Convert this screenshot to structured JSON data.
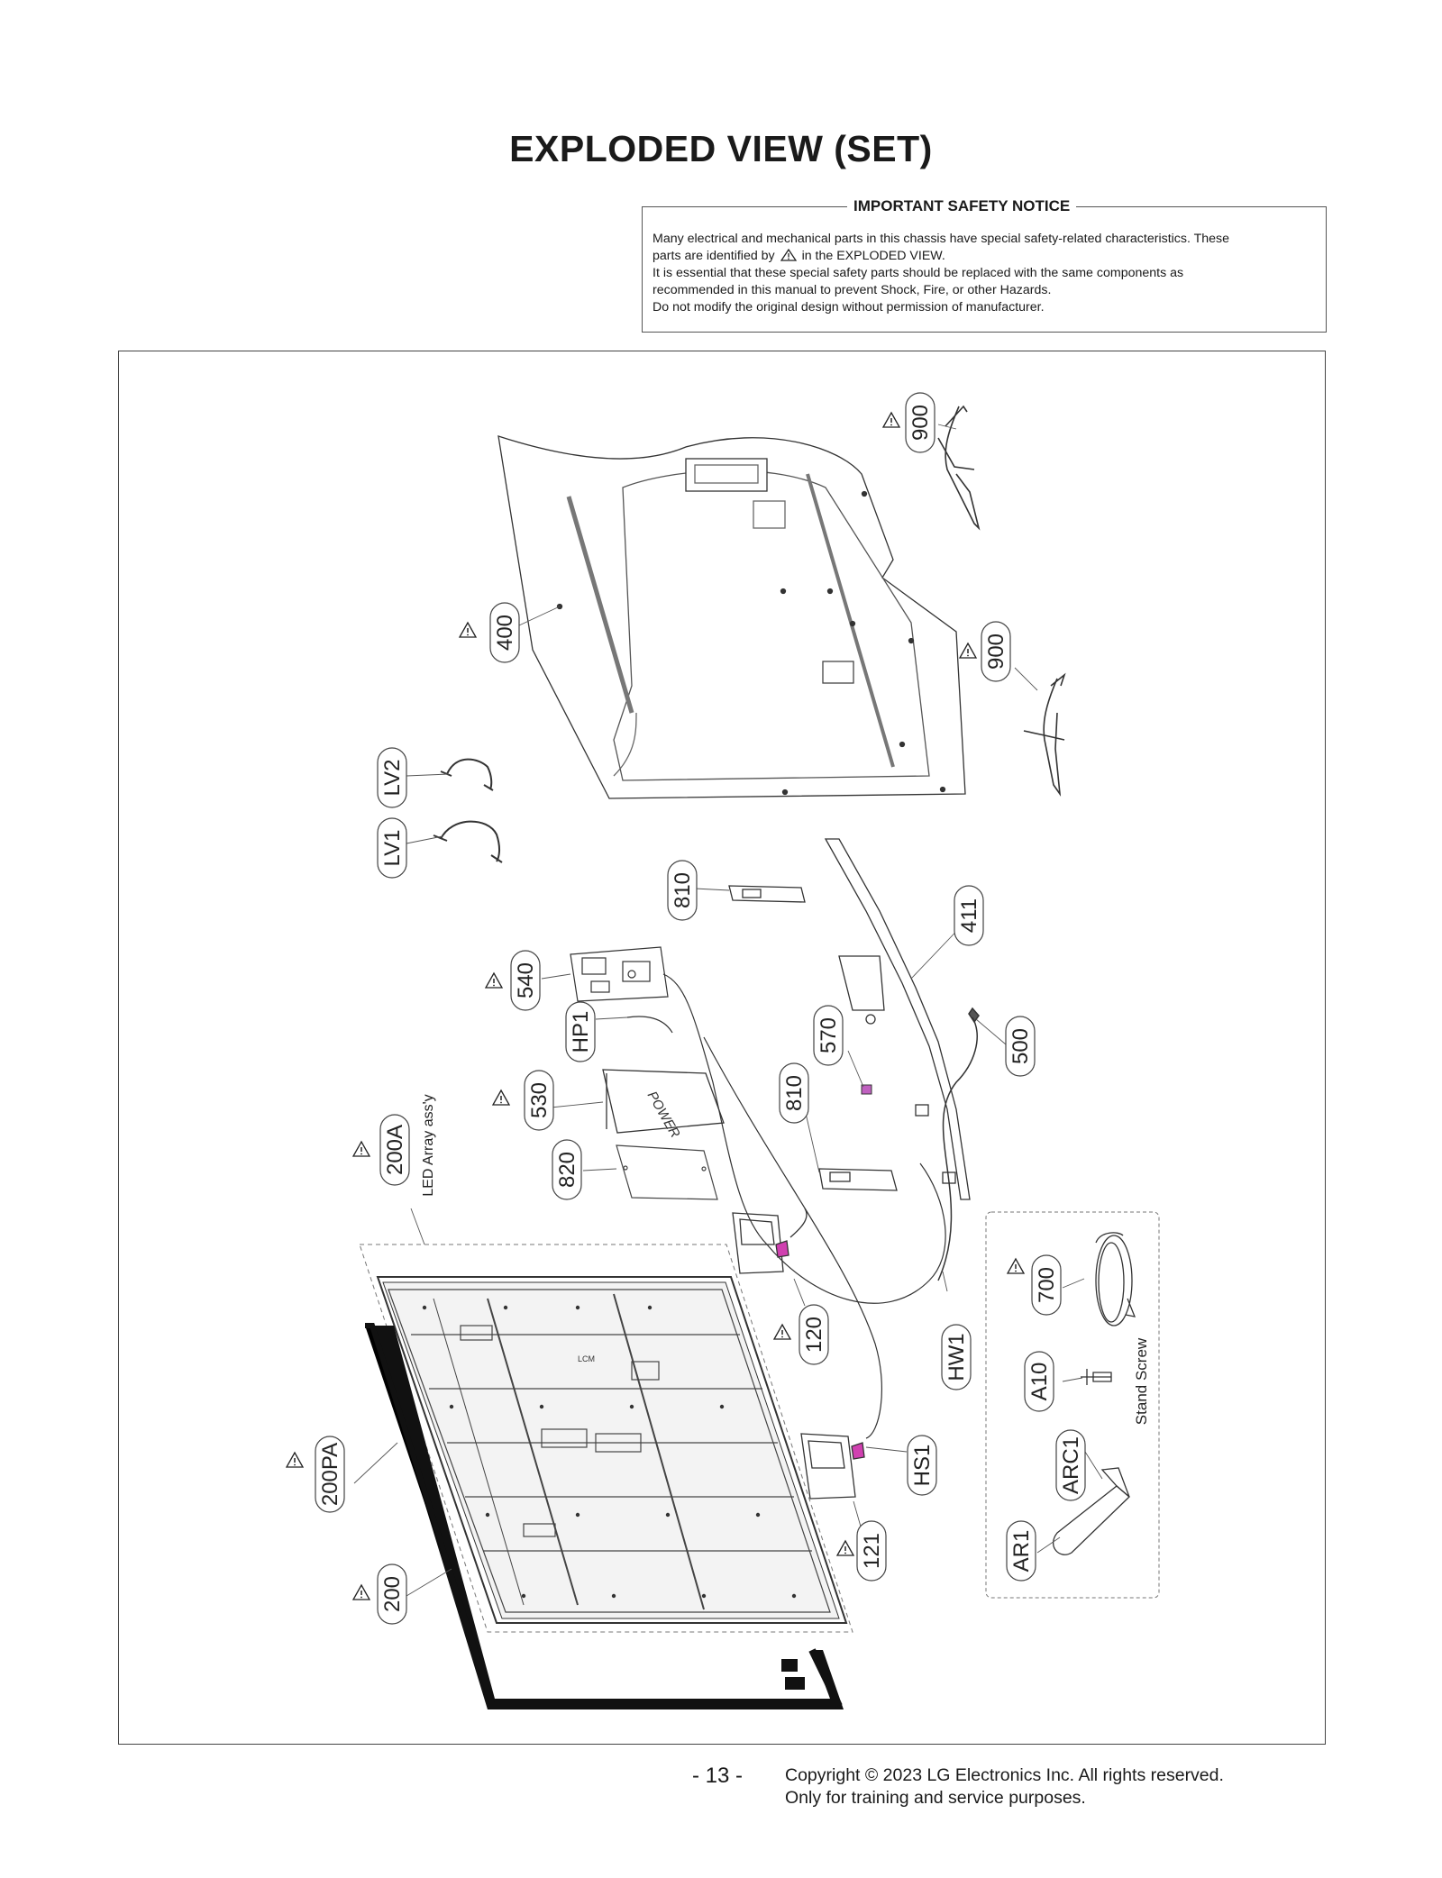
{
  "title": "EXPLODED VIEW (SET)",
  "notice": {
    "heading": "IMPORTANT SAFETY NOTICE",
    "line1": "Many electrical and mechanical parts in this chassis have special safety-related characteristics. These",
    "line2_before": "parts are identified by",
    "line2_after": "in the EXPLODED VIEW.",
    "line3": "It is essential that these special safety parts should be replaced with the same components as",
    "line4": "recommended in this manual to prevent Shock, Fire, or other Hazards.",
    "line5": "Do not modify the original design without permission of manufacturer."
  },
  "parts": {
    "p900a": "900",
    "p900b": "900",
    "p400": "400",
    "lv2": "LV2",
    "lv1": "LV1",
    "p810a": "810",
    "p411": "411",
    "p540": "540",
    "hp1": "HP1",
    "p570": "570",
    "p500": "500",
    "p530": "530",
    "p810b": "810",
    "p200a": "200A",
    "p200a_note": "LED Array ass'y",
    "p820": "820",
    "p120": "120",
    "hw1": "HW1",
    "p700": "700",
    "a10": "A10",
    "stand_screw": "Stand Screw",
    "p200pa": "200PA",
    "hs1": "HS1",
    "arc1": "ARC1",
    "p121": "121",
    "ar1": "AR1",
    "p200": "200"
  },
  "labels_on_parts": {
    "power_board": "POWER",
    "panel_sticker": "LCM"
  },
  "footer": {
    "page": "- 13 -",
    "copyright": "Copyright © 2023 LG Electronics Inc. All rights reserved.",
    "note": "Only for training and service purposes."
  }
}
